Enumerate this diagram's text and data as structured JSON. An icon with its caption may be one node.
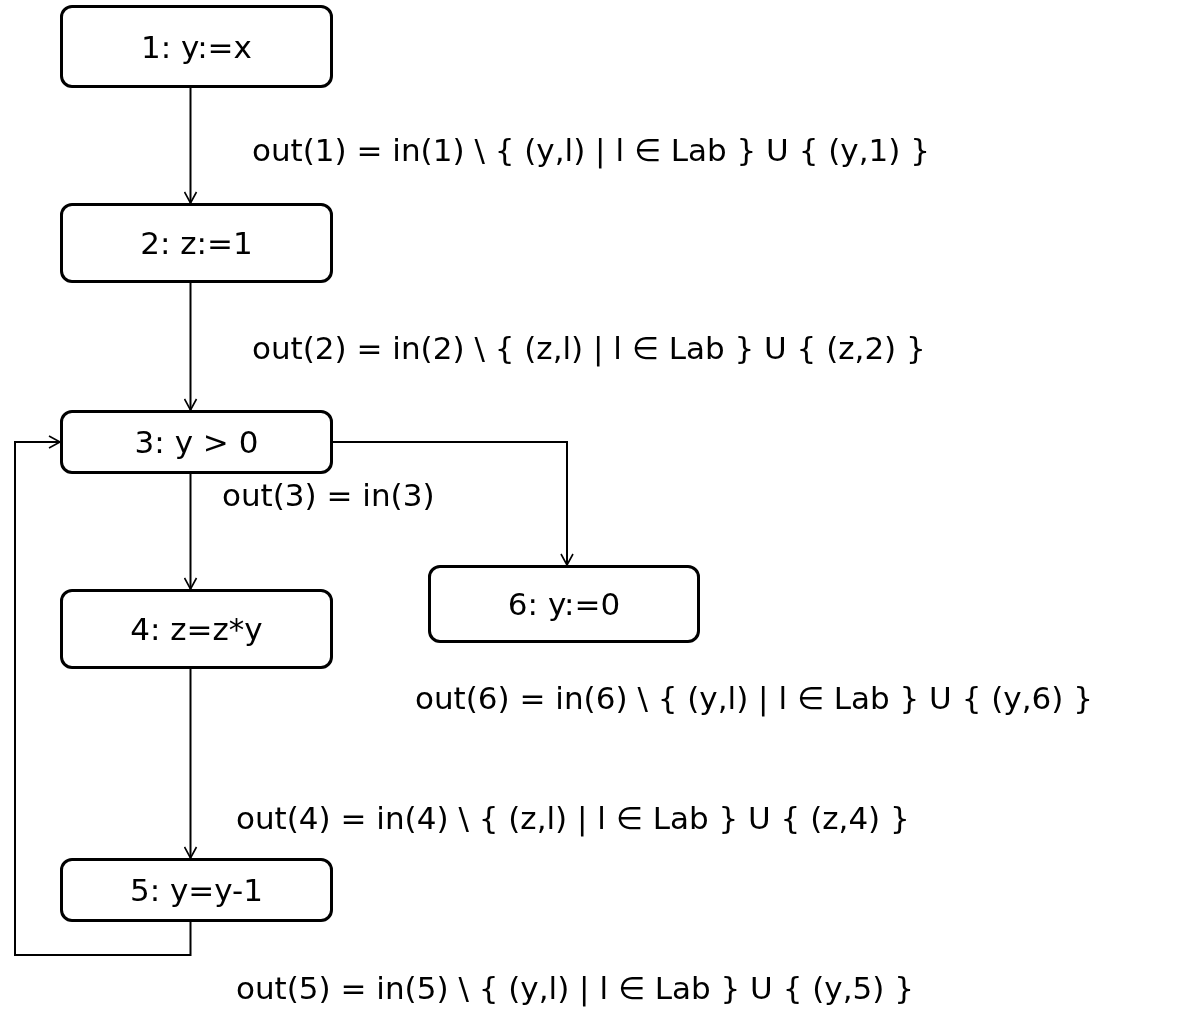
{
  "diagram": {
    "nodes": [
      {
        "text": [
          "1: y:=x"
        ]
      },
      {
        "text": [
          "2: z:=1"
        ]
      },
      {
        "text": [
          "3: y > 0"
        ]
      },
      {
        "text": [
          "4: z=z*y"
        ]
      },
      {
        "text": [
          "5: y=y-1"
        ]
      },
      {
        "text": [
          "6: y:=0"
        ],
        "beside": [
          "out(6) = in(6) \\ { (y,l) | l ∈ Lab } U { (y,6) }"
        ]
      }
    ],
    "edges": [
      {
        "from": 0,
        "to": 1,
        "arrow": "to",
        "label": "out(1) = in(1) \\ { (y,l) | l ∈ Lab } U { (y,1) }"
      },
      {
        "from": 1,
        "to": 2,
        "arrow": "to",
        "label": "out(2) = in(2) \\ { (z,l) | l ∈ Lab } U { (z,2) }"
      },
      {
        "from": 2,
        "to": 3,
        "arrow": "to",
        "label": "out(3) = in(3)"
      },
      {
        "from": 2,
        "to": 5,
        "arrow": "to"
      },
      {
        "from": 3,
        "to": 4,
        "arrow": "to",
        "label": "out(4) = in(4) \\ { (z,l) | l ∈ Lab } U { (z,4) }"
      },
      {
        "from": 4,
        "to": 2,
        "arrow": "to",
        "label": "out(5) = in(5) \\ { (y,l) | l ∈ Lab } U { (y,5) }"
      }
    ]
  }
}
